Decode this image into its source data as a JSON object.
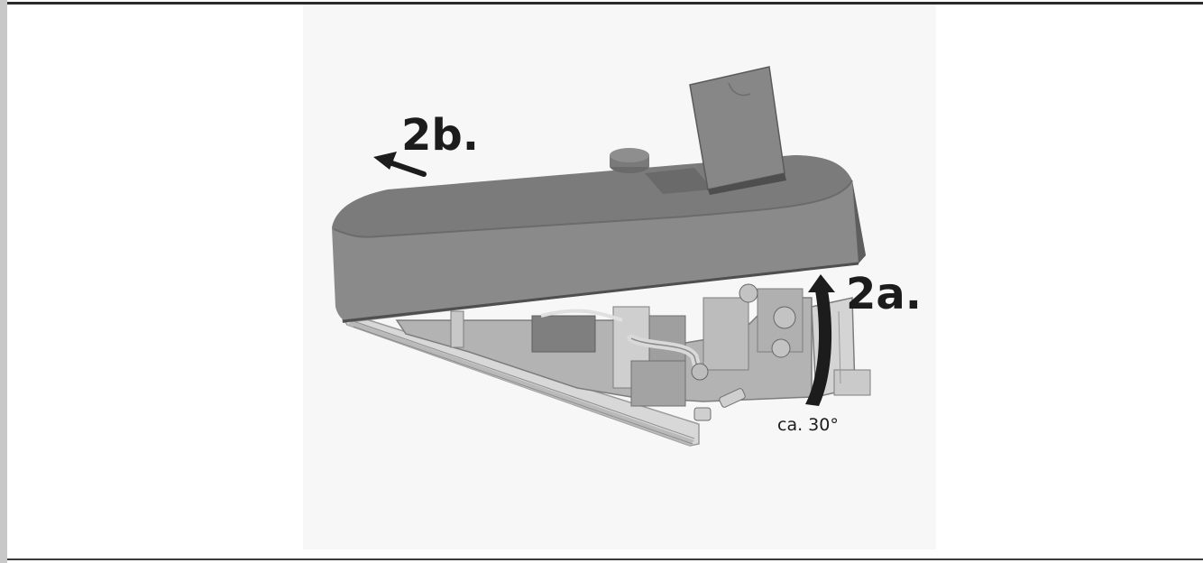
{
  "labels": {
    "step_2b": "2b.",
    "step_2a": "2a.",
    "angle": "ca. 30°"
  },
  "colors": {
    "housing": "#7a7a7a",
    "housing_dark": "#5c5c5c",
    "housing_light": "#8c8c8c",
    "internals": "#a9a9a9",
    "rail": "#d8d8d8",
    "arrow": "#1c1c1c",
    "rule": "#2a2a2a"
  },
  "icons": {
    "arrow_2b": "arrow-pointing-up-left",
    "arrow_2a": "curved-arrow-pointing-up"
  }
}
